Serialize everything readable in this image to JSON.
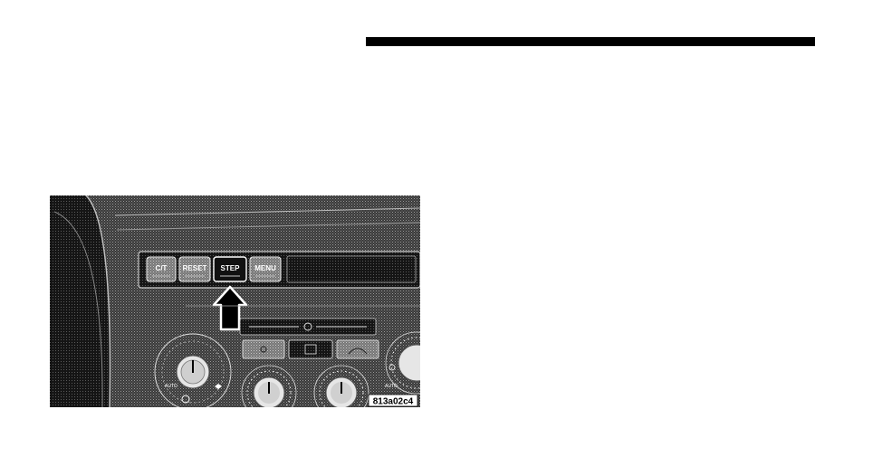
{
  "figure": {
    "buttons": [
      "C/T",
      "RESET",
      "STEP",
      "MENU"
    ],
    "highlighted_button": "STEP",
    "small_labels": [
      "AUTO",
      "AUTO"
    ],
    "figure_id": "813a02c4"
  }
}
